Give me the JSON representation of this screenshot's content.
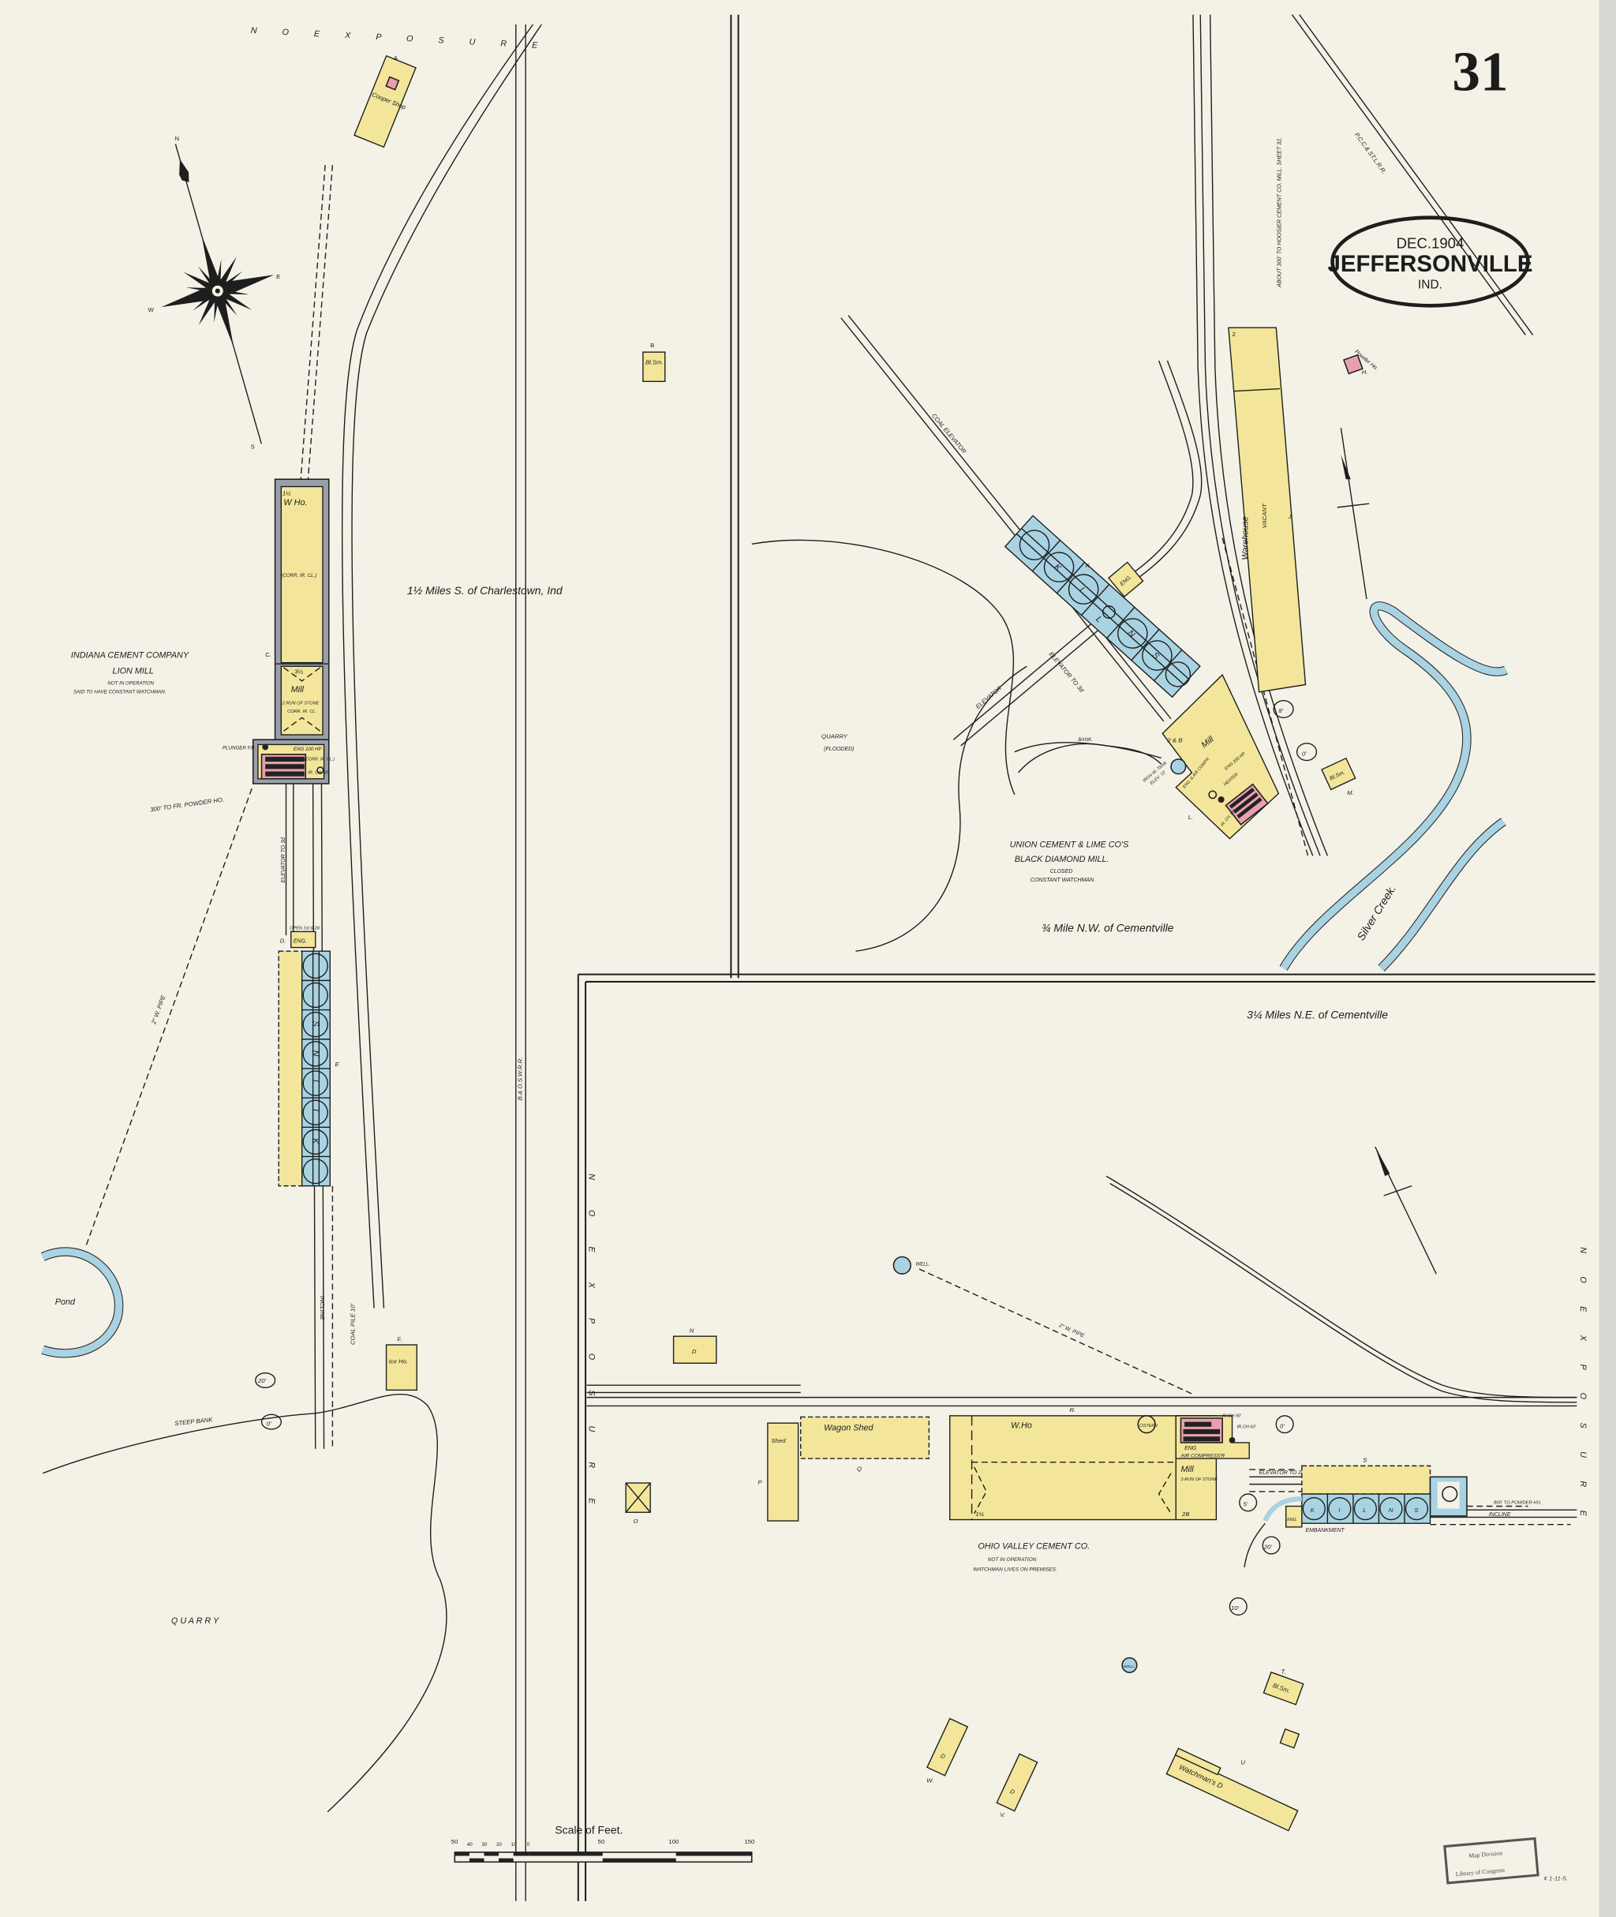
{
  "sheet": {
    "number": "31",
    "title_date": "DEC.1904",
    "title_city": "JEFFERSONVILLE",
    "title_state": "IND.",
    "top_exposure": "N O E X P O S U R E",
    "right_exposure": "N O E X P O S U R E",
    "left_exposure": "N O E X P O S U R E"
  },
  "colors": {
    "paper": "#f4f2e6",
    "frame_building": "#f3e69a",
    "stone_kiln": "#a9d3e3",
    "iron_clad": "#9aa0a8",
    "special_hazard": "#e8a0b0"
  },
  "compass": {
    "n": "N",
    "e": "E",
    "s": "S",
    "w": "W"
  },
  "left_panel": {
    "location": "1½ Miles S. of Charlestown, Ind",
    "cooper_letter": "A",
    "cooper_label": "Cooper Shop",
    "bs_letter": "B",
    "bs_label": "Bl.Sm.",
    "company": "INDIANA CEMENT COMPANY",
    "mill_name": "LION MILL",
    "note1": "NOT IN OPERATION",
    "note2": "SAID TO HAVE CONSTANT WATCHMAN.",
    "wh_stories": "1½",
    "wh_label": "W Ho.",
    "wh_const": "(CORR. IR. CL.)",
    "c_letter": "C.",
    "mill_stories": "3½",
    "mill_label": "Mill",
    "mill_stone": "2 RUN OF STONE",
    "mill_const": "CORR. IR. CL.",
    "plunger": "PLUNGER F.P.",
    "eng": "ENG 100 HP",
    "eng_const": "(CORR. IR. CL.)",
    "chimney": "IR. CH. 65'",
    "powder": "300' TO FR. POWDER HO.",
    "elevator": "ELEVATOR TO 3d",
    "d_letter": "D.",
    "eng_small": "ENG.",
    "open": "OPEN 1st & 2d",
    "kiln_letters": [
      "S",
      "N",
      "L",
      "I",
      "K"
    ],
    "e_letter": "E",
    "pipe": "2\" W. PIPE",
    "pond": "Pond",
    "coal_pile": "COAL PILE 10'",
    "incline": "INCLINE",
    "railroad": "B.& O.S.W.R.R.",
    "f_letter": "F.",
    "ice": "Ice Ho.",
    "depth20": "20'",
    "depth0": "0'",
    "steep_bank": "STEEP BANK",
    "quarry": "Q U A R R Y"
  },
  "top_right_panel": {
    "railroad": "P.C.C.& ST.L.R.R.",
    "hoosier": "ABOUT 300' TO HOOSIER CEMENT CO. MILL. SHEET 32.",
    "powder_ho": "Powder Ho.",
    "h_letter": "H.",
    "coal_elevator": "COAL ELEVATOR",
    "k_letter": "K.",
    "kiln_letters": [
      "K",
      "I",
      "L",
      "N",
      "S"
    ],
    "eng": "ENG.",
    "elevator": "ELEVATOR",
    "elevator_to": "ELEVATOR TO 3d",
    "warehouse": "Warehouse",
    "vacant": "VACANT",
    "j_letter": "J.",
    "wh_stories": "2",
    "mill": "Mill",
    "mill_stories": "2 & B",
    "tank": "IRON W. TANK",
    "tank_elev": "ELEV. 72'",
    "eng_air": "ENG. & AIR COMPR.",
    "eng_hp": "ENG 200 HP",
    "heater": "HEATER",
    "chimney": "IR. CH. 60'",
    "l_letter": "L.",
    "depth8": "8'",
    "depth0": "0'",
    "bs_label": "Bl.Sm.",
    "m_letter": "M.",
    "bank": "BANK.",
    "quarry": "QUARRY",
    "flooded": "(FLOODED)",
    "company": "UNION CEMENT & LIME CO'S",
    "mill_name": "BLACK DIAMOND MILL.",
    "closed": "CLOSED",
    "watchman": "CONSTANT WATCHMAN.",
    "location": "¾ Mile N.W. of Cementville",
    "creek": "Silver Creek."
  },
  "bottom_right_panel": {
    "location": "3¼ Miles N.E. of Cementville",
    "well": "WELL.",
    "pipe": "2\" W. PIPE",
    "n_letter": "N",
    "d_label": "D",
    "p_letter": "P",
    "shed": "Shed",
    "wagon_shed": "Wagon Shed",
    "q_letter": "Q",
    "o_letter": "O",
    "r_letter": "R.",
    "wh": "W.Ho",
    "wh_stories": "1½",
    "cistern": "CISTERN",
    "chimney1": "IR.CH 50'",
    "chimney2": "IR.CH 60'",
    "eng": "ENG",
    "air": "AIR COMPRESS'R",
    "mill": "Mill",
    "stone": "3 RUN OF STONE",
    "mill_stories": "2B",
    "elevator": "ELEVATOR TO 2d",
    "s_letter": "S",
    "kiln_letters": [
      "K",
      "I",
      "L",
      "N",
      "S"
    ],
    "eng_small": "ENG.",
    "embankment": "EMBANKMENT",
    "incline": "INCLINE",
    "powder": "800' TO POWDER HO.",
    "depth5": "5'",
    "depth20": "20'",
    "depth0": "0'",
    "depth10": "10'",
    "company": "OHIO VALLEY CEMENT CO.",
    "note1": "NOT IN OPERATION",
    "note2": "WATCHMAN LIVES ON PREMISES.",
    "t_letter": "T.",
    "bs_label": "Bl.Sm.",
    "u_letter": "U",
    "watchman": "Watchman's D",
    "w_letter": "W.",
    "v_letter": "V."
  },
  "scale": {
    "title": "Scale of Feet.",
    "ticks": [
      "50",
      "40",
      "30",
      "20",
      "10",
      "0",
      "50",
      "100",
      "150"
    ]
  },
  "stamp": {
    "line1": "Map Division",
    "line2": "Library of Congress",
    "note": "¢ 1-11-5."
  }
}
